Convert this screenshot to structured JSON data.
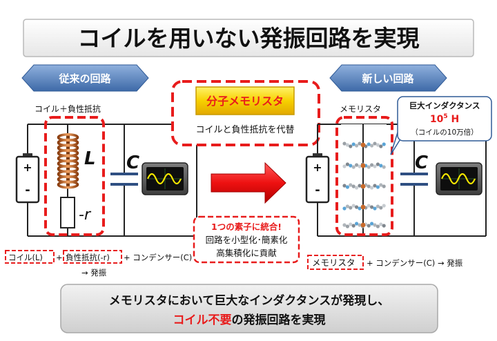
{
  "title": "コイルを用いない発振回路を実現",
  "left_panel": {
    "header": "従来の回路",
    "group_label": "コイル＋負性抵抗",
    "inductor_symbol": "L",
    "resistor_symbol": "-r",
    "capacitor_symbol": "C",
    "formula": {
      "coil": "コイル(L)",
      "plus1": "+",
      "neg_res": "負性抵抗(-r)",
      "rest": "+ コンデンサー(C)",
      "result": "→ 発振"
    }
  },
  "center": {
    "highlight_label": "分子メモリスタ",
    "description": "コイルと負性抵抗を代替",
    "integration_box": {
      "heading": "1つの素子に統合!",
      "line1": "回路を小型化･簡素化",
      "line2": "高集積化に貢献"
    }
  },
  "right_panel": {
    "header": "新しい回路",
    "group_label": "メモリスタ",
    "capacitor_symbol": "C",
    "callout": {
      "line1": "巨大インダクタンス",
      "value_base": "10",
      "value_exp": "5",
      "value_unit": " H",
      "line3": "（コイルの10万倍）"
    },
    "formula": {
      "memristor": "メモリスタ",
      "rest": "+ コンデンサー(C) → 発振"
    }
  },
  "conclusion": {
    "line1": "メモリスタにおいて巨大なインダクタンスが発現し、",
    "highlight": "コイル不要",
    "line2_rest": "の発振回路を実現"
  },
  "battery_plus": "+",
  "battery_minus": "-",
  "colors": {
    "accent_red": "#e81c1c",
    "header_blue": "#4d79b8",
    "arrow_red": "#ee1111",
    "gold": "#f4c400",
    "capacitor_blue": "#2f4f82",
    "coil_copper": "#c96a2a"
  }
}
